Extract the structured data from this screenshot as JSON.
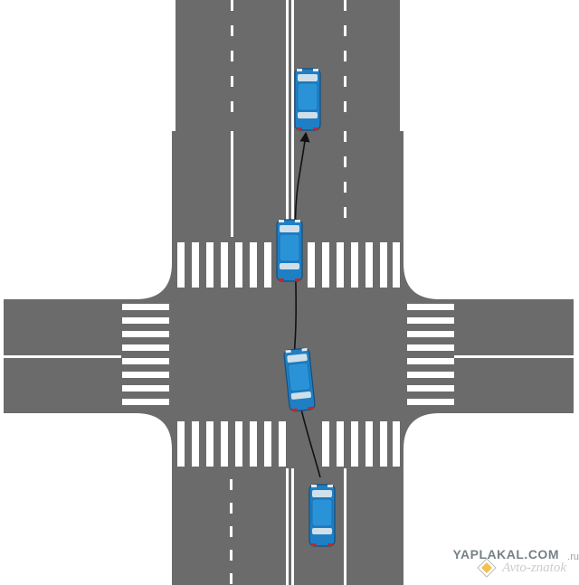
{
  "watermark": {
    "site": "YAPLAKAL.COM",
    "site_suffix": ".ru",
    "brand": "Avto-znatok",
    "brand_logo_icon": "diamond-road-sign-icon"
  },
  "colors": {
    "background": "#ffffff",
    "asphalt": "#6b6b6b",
    "marking": "#ffffff",
    "car_body": "#1f7fc4",
    "car_roof": "#2a93d8",
    "car_glass": "#cfe0ea",
    "path_line": "#111111"
  },
  "scene": {
    "intersection": "four-way",
    "crosswalks": [
      "north",
      "south",
      "west",
      "east"
    ],
    "cars": [
      {
        "id": "car-1",
        "heading": "north",
        "stage": "start"
      },
      {
        "id": "car-2",
        "heading": "north-northwest",
        "stage": "entering"
      },
      {
        "id": "car-3",
        "heading": "north",
        "stage": "exiting"
      },
      {
        "id": "car-4",
        "heading": "north",
        "stage": "end"
      }
    ],
    "trajectory": "arrow"
  }
}
